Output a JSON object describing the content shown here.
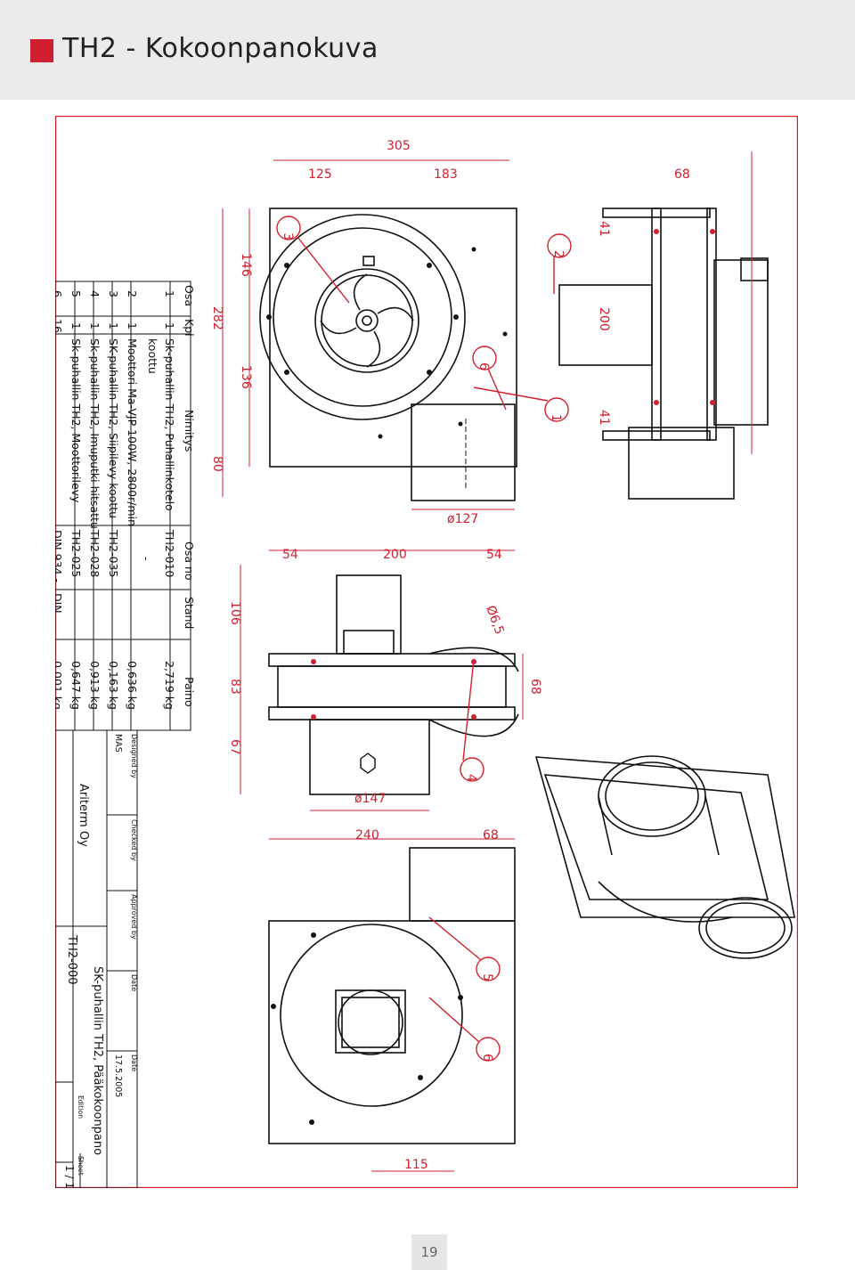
{
  "page": {
    "title": "TH2 - Kokoonpanokuva",
    "page_number": "19"
  },
  "colors": {
    "accent": "#d0202f",
    "line": "#111111",
    "header_bg": "#ebebeb"
  },
  "parts_table": {
    "headers": [
      "Osa",
      "Kpl",
      "Nimitys",
      "Osa no",
      "Stand",
      "Paino"
    ],
    "rows": [
      [
        "1",
        "1",
        "Sk-puhallin TH2, Puhallinkotelo",
        "TH2-010",
        "",
        "2,719 kg"
      ],
      [
        "",
        "",
        "koottu",
        "",
        "",
        ""
      ],
      [
        "2",
        "1",
        "Moottori Ma-VJP 100W, 2800r/min",
        "-",
        "",
        "0,636 kg"
      ],
      [
        "3",
        "1",
        "SK-puhallin TH2, Siipilevy koottu",
        "TH2-035",
        "",
        "0,163 kg"
      ],
      [
        "4",
        "1",
        "Sk-puhallin TH2, Imuputki hitsattu",
        "TH2-028",
        "",
        "0,913 kg"
      ],
      [
        "5",
        "1",
        "Sk-puhallin TH2, Moottorilevy",
        "TH2-025",
        "",
        "0,647 kg"
      ],
      [
        "6",
        "16",
        "",
        "DIN 934 -",
        "DIN",
        "0,001 kg"
      ]
    ]
  },
  "title_block": {
    "designed_by_label": "Designed by",
    "designed_by": "MAS",
    "checked_by_label": "Checked by",
    "approved_by_label": "Approved by",
    "date_label": "Date",
    "date2_label": "Date",
    "date": "17.5.2005",
    "company": "Ariterm Oy",
    "drawing_title": "SK-puhallin TH2, Pääkokoonpano",
    "drawing_number": "TH2-000",
    "edition_label": "Edition",
    "sheet_label": "Sheet",
    "sheet": "1 / 1"
  },
  "dimensions": {
    "top_total": "305",
    "top_left": "125",
    "top_mid": "183",
    "top_right": "68",
    "side_41a": "41",
    "side_200": "200",
    "side_41b": "41",
    "left_282": "282",
    "left_146": "146",
    "left_136": "136",
    "left_80": "80",
    "dia_127": "ø127",
    "mid_54a": "54",
    "mid_200": "200",
    "mid_54b": "54",
    "mid_dia65": "Ø6,5",
    "mid_106": "106",
    "mid_83": "83",
    "mid_67": "67",
    "mid_68": "68",
    "dia_147": "ø147",
    "bot_240": "240",
    "bot_68": "68",
    "bot_115": "115"
  },
  "balloons": {
    "b1": "1",
    "b2": "2",
    "b3": "3",
    "b4": "4",
    "b5": "5",
    "b6a": "6",
    "b6b": "6"
  }
}
